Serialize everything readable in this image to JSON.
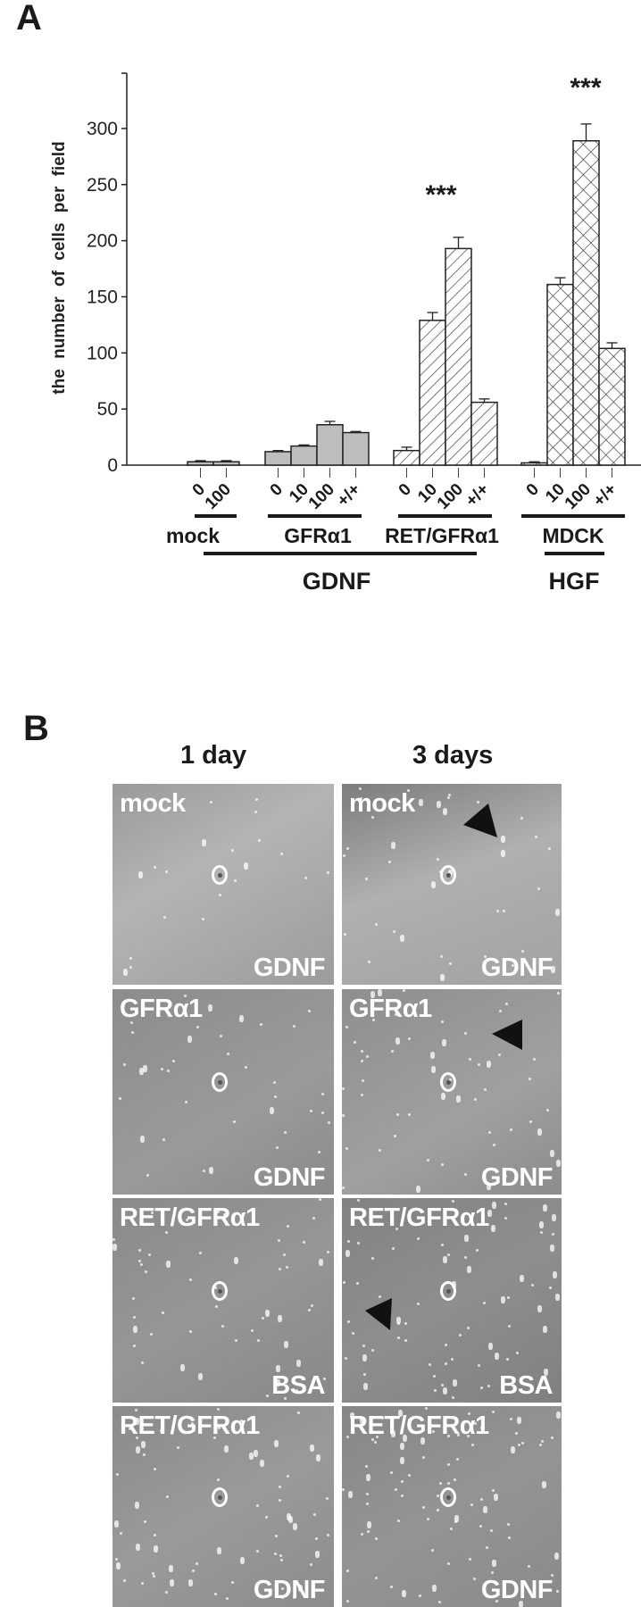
{
  "panel_a": {
    "letter": "A",
    "significance": [
      "***",
      "***"
    ]
  },
  "panel_b": {
    "letter": "B",
    "column_headers": [
      "1 day",
      "3 days"
    ],
    "rows": [
      {
        "cell_label": "mock",
        "treatment": "GDNF",
        "arrow_3day": "arrowhead-up-left"
      },
      {
        "cell_label": "GFRα1",
        "treatment": "GDNF",
        "arrow_3day": "arrowhead-left"
      },
      {
        "cell_label": "RET/GFRα1",
        "treatment": "BSA",
        "arrow_3day": "arrowhead-left"
      },
      {
        "cell_label": "RET/GFRα1",
        "treatment": "GDNF",
        "arrow_3day": null
      }
    ]
  },
  "chart_data": {
    "type": "bar",
    "title": "",
    "xlabel": "",
    "ylabel": "the number of cells per field",
    "ylim": [
      0,
      350
    ],
    "yticks": [
      0,
      50,
      100,
      150,
      200,
      250,
      300
    ],
    "grid": false,
    "legend": null,
    "groups": [
      {
        "cells": "mock",
        "ligand": "GDNF",
        "pattern": "gray",
        "categories": [
          "0",
          "100"
        ],
        "values": [
          3,
          3
        ],
        "errors": [
          1,
          1
        ]
      },
      {
        "cells": "GFRα1",
        "ligand": "GDNF",
        "pattern": "gray",
        "categories": [
          "0",
          "10",
          "100",
          "+/+"
        ],
        "values": [
          12,
          17,
          36,
          29
        ],
        "errors": [
          1,
          1,
          3,
          1
        ]
      },
      {
        "cells": "RET/GFRα1",
        "ligand": "GDNF",
        "pattern": "hatched",
        "categories": [
          "0",
          "10",
          "100",
          "+/+"
        ],
        "values": [
          13,
          129,
          193,
          56
        ],
        "errors": [
          3,
          7,
          10,
          3
        ]
      },
      {
        "cells": "MDCK",
        "ligand": "HGF",
        "pattern": "crosshatched",
        "categories": [
          "0",
          "10",
          "100",
          "+/+"
        ],
        "values": [
          2,
          161,
          289,
          104
        ],
        "errors": [
          1,
          6,
          15,
          5
        ]
      }
    ],
    "bracket_labels": {
      "GDNF": "GDNF",
      "HGF": "HGF"
    },
    "annotations": [
      {
        "text": "***",
        "group": "RET/GFRα1"
      },
      {
        "text": "***",
        "group": "MDCK"
      }
    ]
  }
}
